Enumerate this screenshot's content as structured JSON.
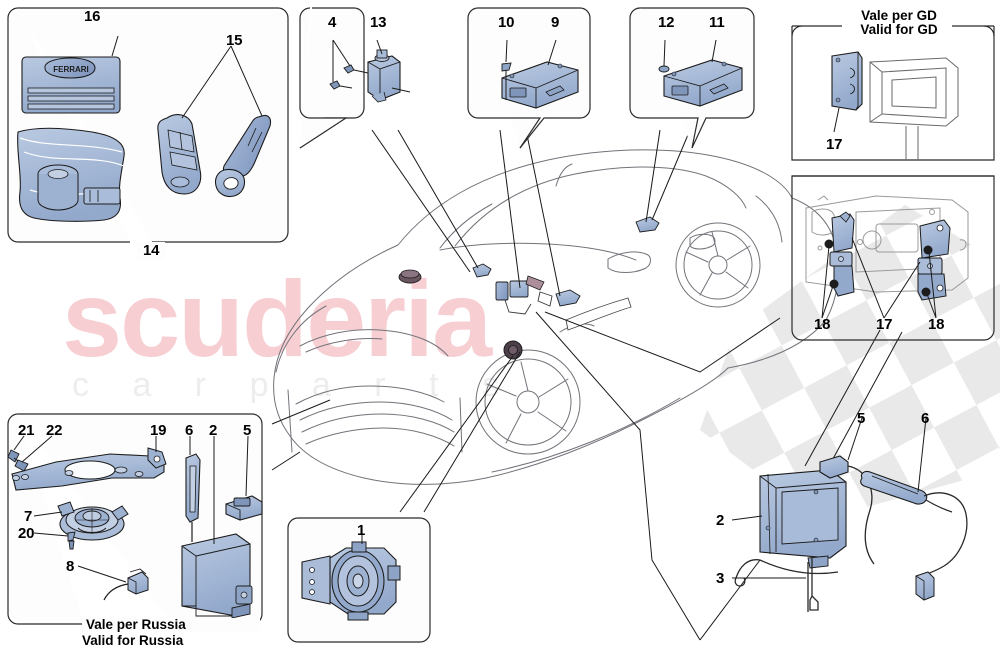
{
  "diagram": {
    "title": "Alarm and immobilizer system parts diagram",
    "watermark_main": "scuderia",
    "watermark_sub": "c a r p a r t s",
    "colors": {
      "part_blue": "#9fb4d4",
      "part_blue_dark": "#7f95ba",
      "part_blue_light": "#bccbe3",
      "outline": "#1a1a1a",
      "car_outline": "#6f6f74",
      "panel_border": "#2b2b2b",
      "watermark_pink": "#f7cfd3",
      "watermark_grey": "#ededed",
      "flag_grey": "#e9e9e9"
    }
  },
  "panels": {
    "keys_kit": {
      "name": "keys-and-toolkit-panel",
      "callouts": [
        {
          "id": "16",
          "label": "16"
        },
        {
          "id": "15",
          "label": "15"
        },
        {
          "id": "14",
          "label": "14"
        }
      ]
    },
    "sensor_module": {
      "name": "tilt-sensor-panel",
      "callouts": [
        {
          "id": "4",
          "label": "4"
        },
        {
          "id": "13",
          "label": "13"
        }
      ]
    },
    "ecu_a": {
      "name": "control-unit-a-panel",
      "callouts": [
        {
          "id": "10",
          "label": "10"
        },
        {
          "id": "9",
          "label": "9"
        }
      ]
    },
    "ecu_b": {
      "name": "control-unit-b-panel",
      "callouts": [
        {
          "id": "12",
          "label": "12"
        },
        {
          "id": "11",
          "label": "11"
        }
      ]
    },
    "gd_panel": {
      "name": "valid-for-gd-panel",
      "caption_it": "Vale per GD",
      "caption_en": "Valid for GD",
      "callouts": [
        {
          "id": "17",
          "label": "17"
        }
      ]
    },
    "brackets_panel": {
      "name": "door-brackets-panel",
      "callouts": [
        {
          "id": "18L",
          "label": "18"
        },
        {
          "id": "17C",
          "label": "17"
        },
        {
          "id": "18R",
          "label": "18"
        }
      ]
    },
    "russia_panel": {
      "name": "valid-for-russia-panel",
      "caption_it": "Vale per Russia",
      "caption_en": "Valid for Russia",
      "callouts": [
        {
          "id": "21",
          "label": "21"
        },
        {
          "id": "22",
          "label": "22"
        },
        {
          "id": "19",
          "label": "19"
        },
        {
          "id": "6",
          "label": "6"
        },
        {
          "id": "2",
          "label": "2"
        },
        {
          "id": "5",
          "label": "5"
        },
        {
          "id": "7",
          "label": "7"
        },
        {
          "id": "20",
          "label": "20"
        },
        {
          "id": "8",
          "label": "8"
        }
      ]
    },
    "siren_panel": {
      "name": "siren-panel",
      "callouts": [
        {
          "id": "1",
          "label": "1"
        }
      ]
    },
    "telematics_group": {
      "name": "telematics-unit-group",
      "callouts": [
        {
          "id": "2",
          "label": "2"
        },
        {
          "id": "3",
          "label": "3"
        },
        {
          "id": "5",
          "label": "5"
        },
        {
          "id": "6",
          "label": "6"
        }
      ]
    }
  },
  "labels": {
    "n1": "1",
    "n2": "2",
    "n3": "3",
    "n4": "4",
    "n5": "5",
    "n6": "6",
    "n7": "7",
    "n8": "8",
    "n9": "9",
    "n10": "10",
    "n11": "11",
    "n12": "12",
    "n13": "13",
    "n14": "14",
    "n15": "15",
    "n16": "16",
    "n17": "17",
    "n18": "18",
    "n19": "19",
    "n20": "20",
    "n21": "21",
    "n22": "22",
    "n2b": "2",
    "n5b": "5",
    "n6b": "6",
    "n17b": "17",
    "n18b": "18",
    "gd_it": "Vale per GD",
    "gd_en": "Valid for GD",
    "ru_it": "Vale per Russia",
    "ru_en": "Valid for Russia"
  },
  "key_fob": {
    "brand_text": "FERRARI"
  }
}
